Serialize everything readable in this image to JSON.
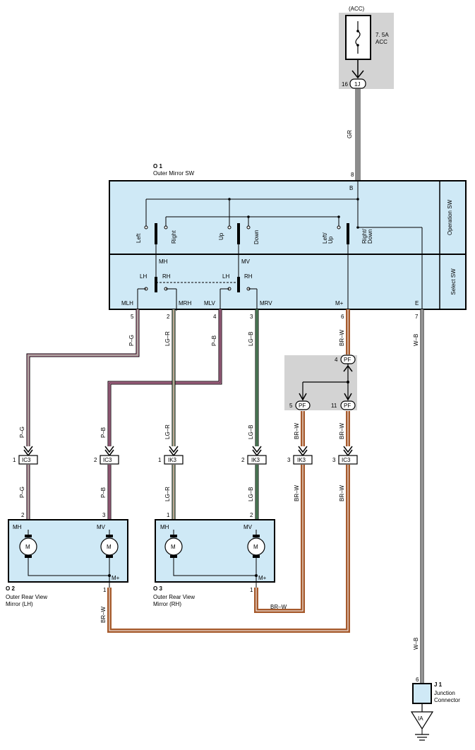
{
  "fuse": {
    "supply": "(ACC)",
    "rating": "7. 5A",
    "name": "ACC",
    "connector": "1J",
    "pin": "16"
  },
  "wire_gr": "GR",
  "switch": {
    "code": "O 1",
    "name": "Outer Mirror SW",
    "section_operation": "Operation SW",
    "section_select": "Select SW",
    "pin_b_num": "8",
    "pin_b": "B",
    "left": "Left",
    "right": "Right",
    "up": "Up",
    "down": "Down",
    "left_up": "Left/ Up",
    "right_down": "Right/ Down",
    "mh": "MH",
    "mv": "MV",
    "lh": "LH",
    "rh": "RH",
    "mlh": "MLH",
    "mrh": "MRH",
    "mlv": "MLV",
    "mrv": "MRV",
    "m_plus": "M+",
    "e": "E",
    "pin5": "5",
    "pin2": "2",
    "pin4": "4",
    "pin3": "3",
    "pin6": "6",
    "pin7": "7"
  },
  "wires": {
    "pg": "P–G",
    "lgr": "LG–R",
    "pb": "P–B",
    "lgb": "LG–B",
    "brw": "BR–W",
    "wb": "W–B"
  },
  "splice": {
    "connector": "PF",
    "pin4": "4",
    "pin5": "5",
    "pin11": "11"
  },
  "connectors": {
    "ic3": "IC3",
    "ik3": "IK3",
    "c1_pin": "1",
    "c2_pin": "2",
    "c3_pin": "2",
    "c4_pin": "2",
    "c5_pin": "3",
    "c6_pin": "3",
    "c1b_pin": "1"
  },
  "mirror_lh": {
    "code": "O 2",
    "name_line1": "Outer Rear View",
    "name_line2": "Mirror (LH)",
    "mh": "MH",
    "mv": "MV",
    "m_plus": "M+",
    "motor": "M",
    "pin_mh": "2",
    "pin_mv": "3",
    "pin_mplus": "1"
  },
  "mirror_rh": {
    "code": "O 3",
    "name_line1": "Outer Rear View",
    "name_line2": "Mirror (RH)",
    "mh": "MH",
    "mv": "MV",
    "m_plus": "M+",
    "motor": "M",
    "pin_mh": "1",
    "pin_mv": "2",
    "pin_mplus": "1"
  },
  "junction": {
    "code": "J 1",
    "name_line1": "Junction",
    "name_line2": "Connector",
    "pin": "6",
    "ground": "IA"
  },
  "colors": {
    "box_fill": "#cfe9f6",
    "gray_area": "#d3d3d3",
    "pink": "#ea8fbd",
    "green": "#7cc38c",
    "brown": "#a65a2c",
    "gray_wire": "#8c8c8c"
  }
}
